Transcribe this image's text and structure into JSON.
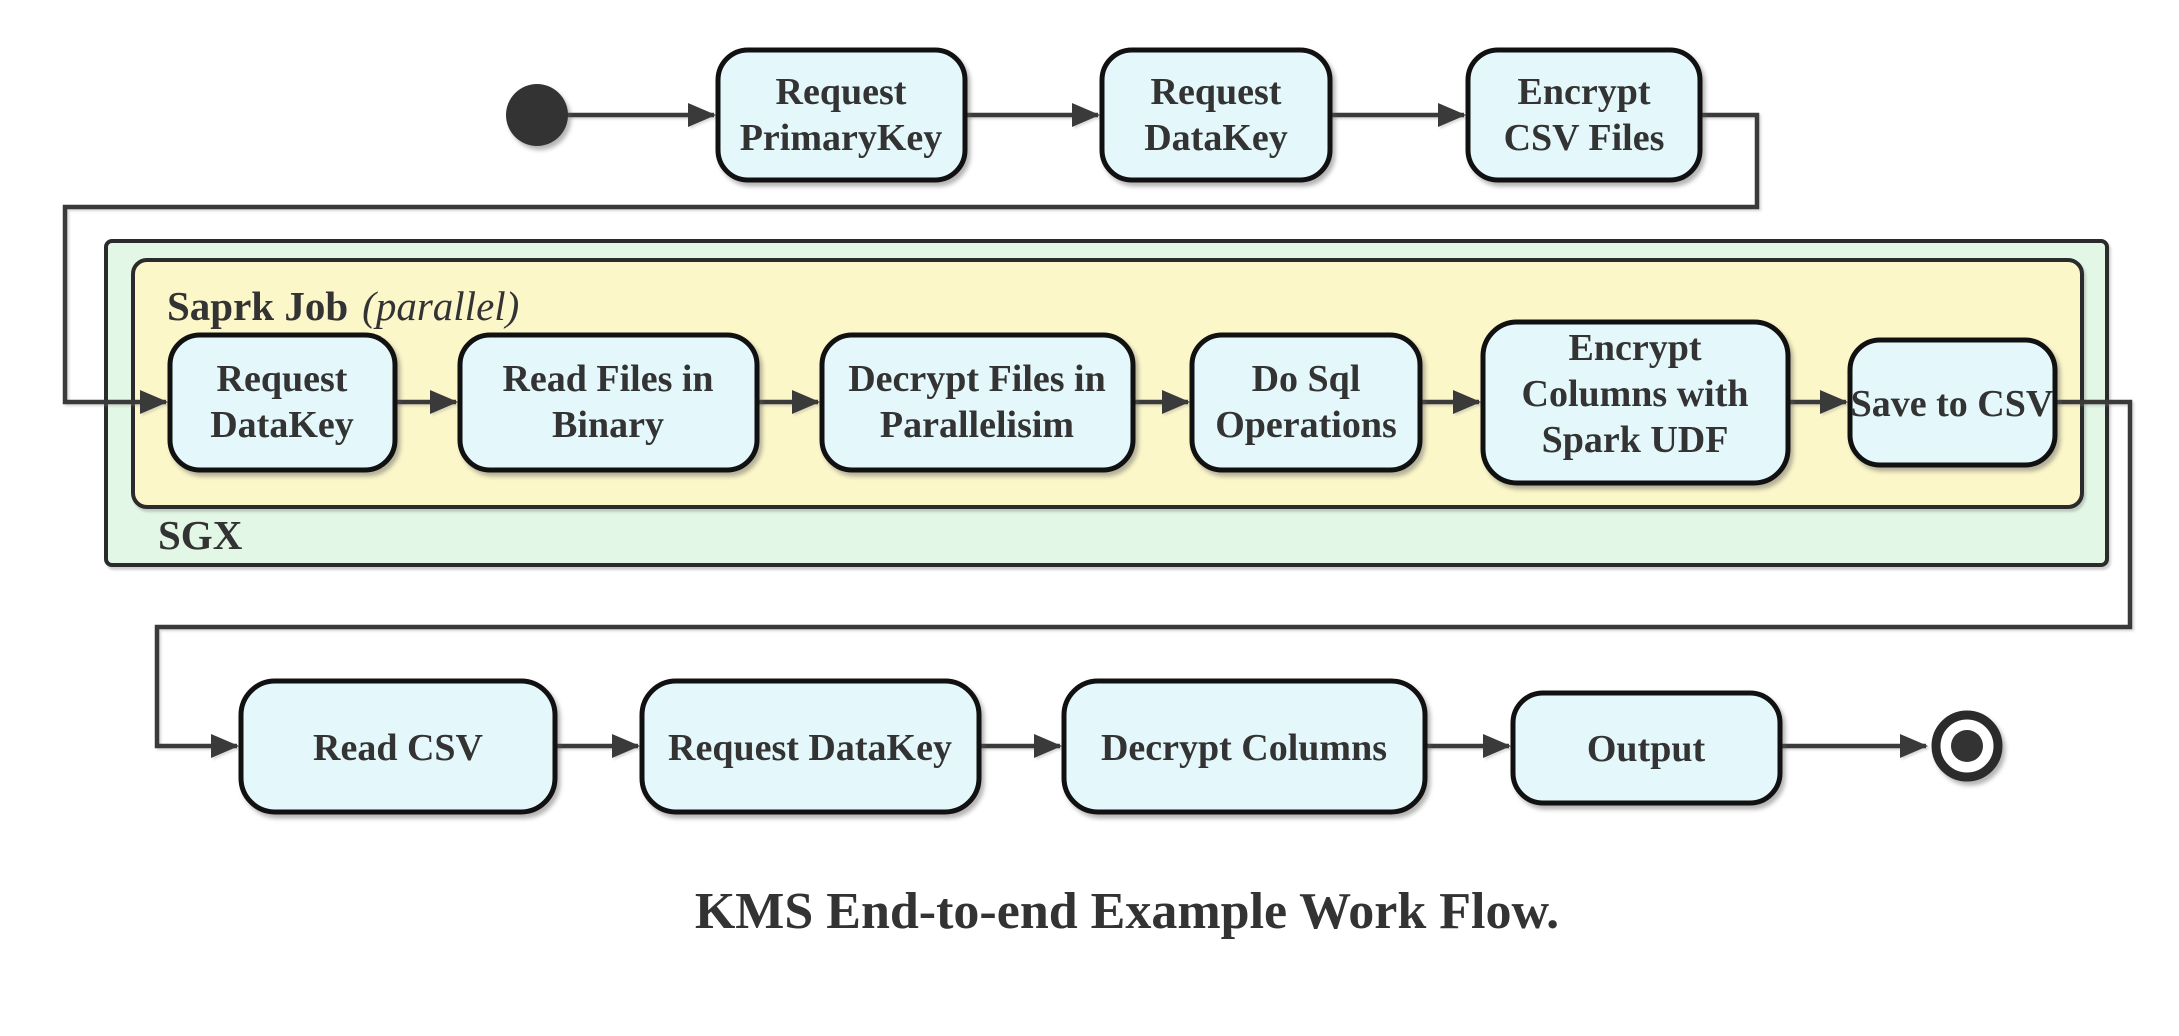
{
  "diagram": {
    "caption": "KMS End-to-end Example Work Flow.",
    "colors": {
      "node_fill": "#E4F8FB",
      "node_border": "#111111",
      "sgx_fill": "#E2F7E6",
      "spark_fill": "#FCF7C9",
      "container_border": "#2B2B2B",
      "edge": "#3A3A3A",
      "text": "#333333",
      "terminal": "#333333"
    },
    "top_row": {
      "nodes": [
        {
          "lines": [
            "Request",
            "PrimaryKey"
          ]
        },
        {
          "lines": [
            "Request",
            "DataKey"
          ]
        },
        {
          "lines": [
            "Encrypt",
            "CSV Files"
          ]
        }
      ]
    },
    "containers": {
      "sgx": {
        "label": "SGX"
      },
      "spark_job": {
        "label_bold": "Saprk Job",
        "label_italic": "(parallel)"
      }
    },
    "middle_row": {
      "nodes": [
        {
          "lines": [
            "Request",
            "DataKey"
          ]
        },
        {
          "lines": [
            "Read Files in",
            "Binary"
          ]
        },
        {
          "lines": [
            "Decrypt Files in",
            "Parallelisim"
          ]
        },
        {
          "lines": [
            "Do Sql",
            "Operations"
          ]
        },
        {
          "lines": [
            "Encrypt",
            "Columns with",
            "Spark UDF"
          ]
        },
        {
          "lines": [
            "Save to CSV"
          ]
        }
      ]
    },
    "bottom_row": {
      "nodes": [
        {
          "lines": [
            "Read CSV"
          ]
        },
        {
          "lines": [
            "Request DataKey"
          ]
        },
        {
          "lines": [
            "Decrypt Columns"
          ]
        },
        {
          "lines": [
            "Output"
          ]
        }
      ]
    }
  }
}
